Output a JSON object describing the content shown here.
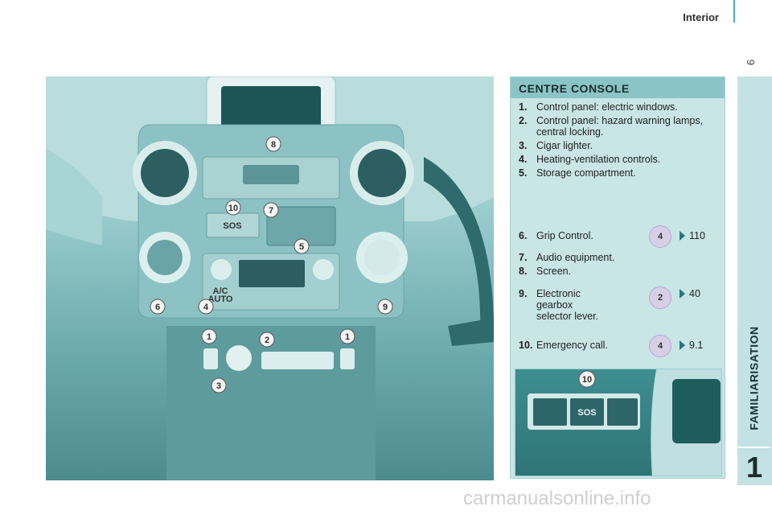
{
  "header": {
    "title": "Interior",
    "page_number": "9"
  },
  "side_tab": {
    "label": "FAMILIARISATION",
    "chapter": "1"
  },
  "panel": {
    "title": "CENTRE CONSOLE",
    "items": [
      {
        "num": "1.",
        "text": "Control panel: electric windows."
      },
      {
        "num": "2.",
        "text": "Control panel: hazard warning lamps, central locking."
      },
      {
        "num": "3.",
        "text": "Cigar lighter."
      },
      {
        "num": "4.",
        "text": "Heating-ventilation controls."
      },
      {
        "num": "5.",
        "text": "Storage compartment."
      }
    ],
    "refs": [
      {
        "num": "6.",
        "text": "Grip Control.",
        "badge": "4",
        "ref": "110"
      },
      {
        "num": "7.",
        "text": "Audio equipment.",
        "badge": "",
        "ref": ""
      },
      {
        "num": "8.",
        "text": "Screen.",
        "badge": "",
        "ref": ""
      },
      {
        "num": "9.",
        "text": "Electronic gearbox selector lever.",
        "badge": "2",
        "ref": "40"
      },
      {
        "num": "10.",
        "text": "Emergency call.",
        "badge": "4",
        "ref": "9.1"
      }
    ]
  },
  "photo": {
    "callouts": [
      "8",
      "10",
      "7",
      "5",
      "6",
      "4",
      "9",
      "1",
      "2",
      "1",
      "3"
    ],
    "buttons": {
      "sos": "SOS",
      "ac": "A/C",
      "auto": "AUTO"
    }
  },
  "inset": {
    "callout": "10",
    "sos": "SOS"
  },
  "watermark": "carmanualsonline.info"
}
